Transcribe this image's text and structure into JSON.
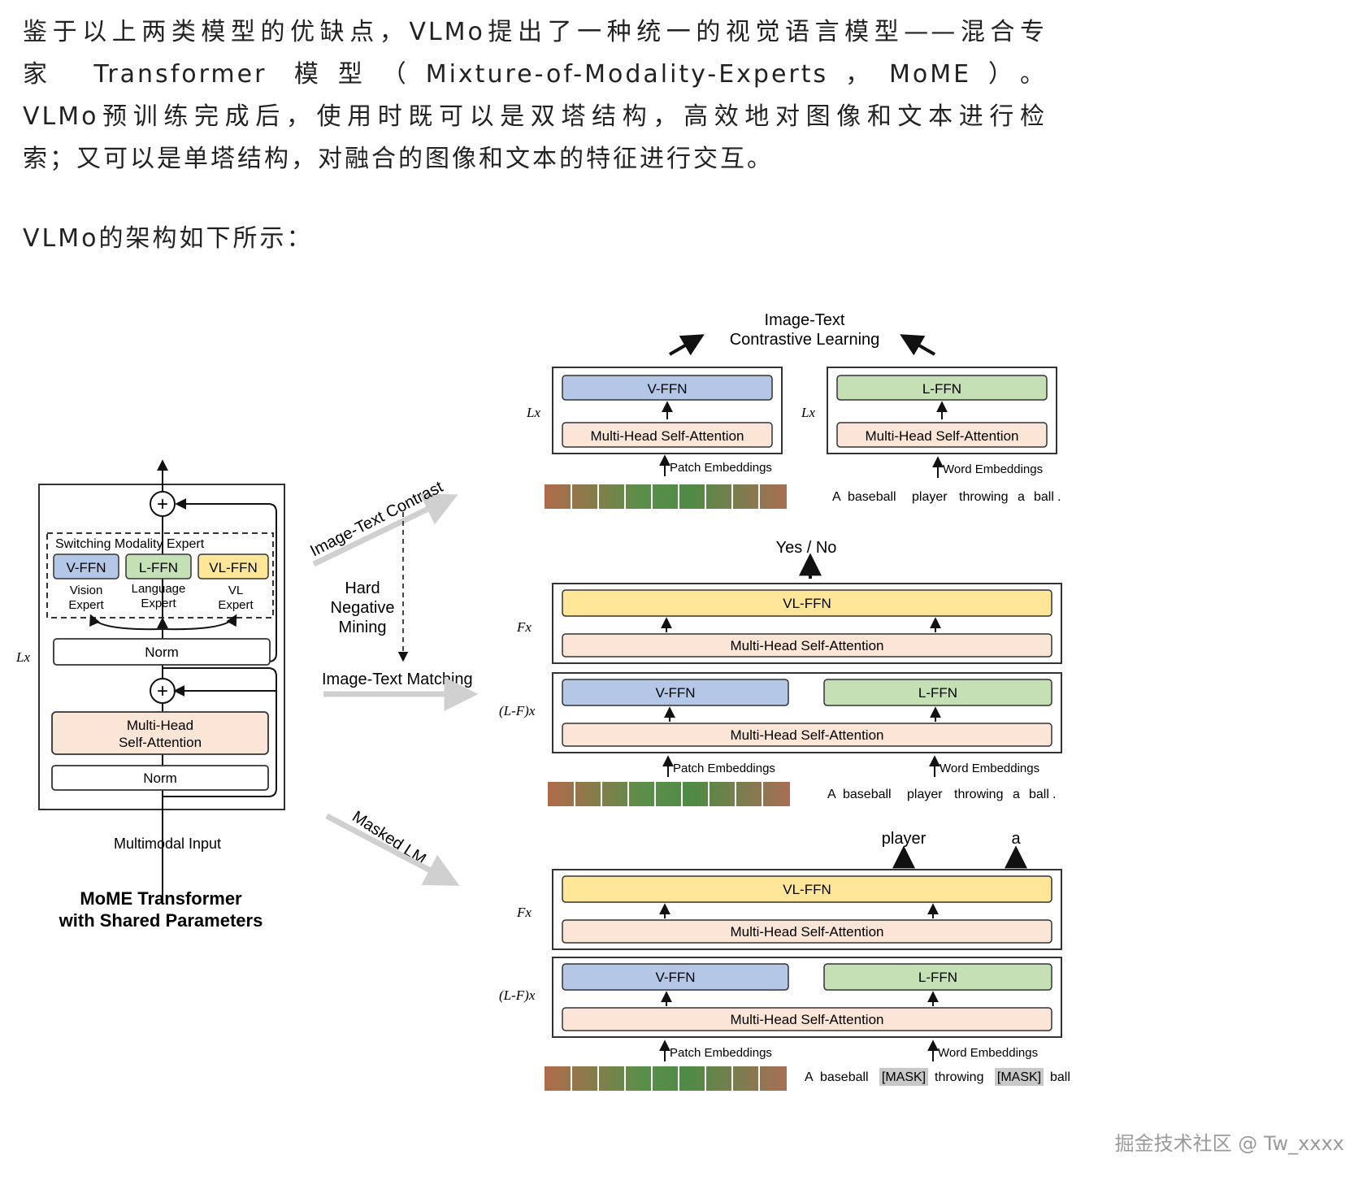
{
  "article": {
    "paragraph_lines": [
      "鉴于以上两类模型的优缺点，VLMo提出了一种统一的视觉语言模型——混合专",
      "家 Transformer 模型（Mixture-of-Modality-Experts，MoME）。",
      "VLMo预训练完成后，使用时既可以是双塔结构，高效地对图像和文本进行检",
      "索；又可以是单塔结构，对融合的图像和文本的特征进行交互。"
    ],
    "intro": "VLMo的架构如下所示："
  },
  "figure": {
    "mome": {
      "switching_label": "Switching Modality Expert",
      "vffn": "V-FFN",
      "lffn": "L-FFN",
      "vlffn": "VL-FFN",
      "vision_expert": [
        "Vision",
        "Expert"
      ],
      "language_expert": [
        "Language",
        "Expert"
      ],
      "vl_expert": [
        "VL",
        "Expert"
      ],
      "norm": "Norm",
      "mhsa": [
        "Multi-Head",
        "Self-Attention"
      ],
      "lx": "Lx",
      "input": "Multimodal Input",
      "caption": [
        "MoME Transformer",
        "with Shared Parameters"
      ]
    },
    "middle": {
      "itc": "Image-Text Contrast",
      "hnm": [
        "Hard",
        "Negative",
        "Mining"
      ],
      "itm": "Image-Text Matching",
      "mlm": "Masked LM"
    },
    "top": {
      "title": [
        "Image-Text",
        "Contrastive Learning"
      ],
      "lx": "Lx",
      "vffn": "V-FFN",
      "lffn": "L-FFN",
      "mhsa": "Multi-Head Self-Attention",
      "patch": "Patch Embeddings",
      "word": "Word Embeddings",
      "sentence": [
        "A",
        "baseball",
        "player",
        "throwing",
        "a",
        "ball",
        "."
      ]
    },
    "middle_right": {
      "output": "Yes / No",
      "fx": "Fx",
      "lfx": "(L-F)x",
      "vlffn": "VL-FFN",
      "vffn": "V-FFN",
      "lffn": "L-FFN",
      "mhsa": "Multi-Head Self-Attention",
      "patch": "Patch Embeddings",
      "word": "Word Embeddings",
      "sentence": [
        "A",
        "baseball",
        "player",
        "throwing",
        "a",
        "ball",
        "."
      ]
    },
    "bottom": {
      "outputs": [
        "player",
        "a"
      ],
      "fx": "Fx",
      "lfx": "(L-F)x",
      "vlffn": "VL-FFN",
      "vffn": "V-FFN",
      "lffn": "L-FFN",
      "mhsa": "Multi-Head Self-Attention",
      "patch": "Patch Embeddings",
      "word": "Word Embeddings",
      "sentence": [
        "A",
        "baseball",
        "[MASK]",
        "throwing",
        "[MASK]",
        "ball"
      ]
    },
    "colors": {
      "vffn": "#b4c7e7",
      "lffn": "#c5e0b4",
      "vlffn": "#ffe699",
      "mhsa": "#fbe5d6"
    }
  },
  "watermark": "掘金技术社区 @ Tw_xxxx"
}
